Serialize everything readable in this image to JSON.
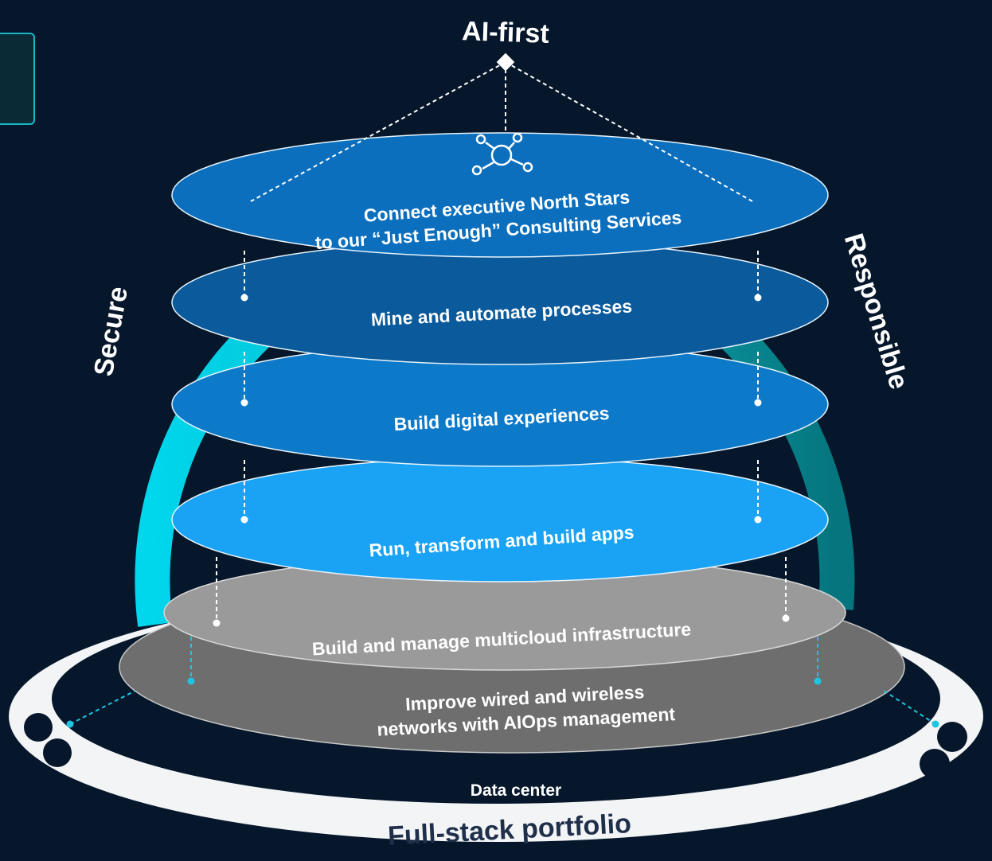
{
  "pillars": {
    "top": "AI-first",
    "left": "Secure",
    "right": "Responsible"
  },
  "layers": [
    {
      "id": "consulting",
      "line1": "Connect executive North Stars",
      "line2": "to our “Just Enough” Consulting Services",
      "icon": "network-hub-icon",
      "color": "#0b6fbe"
    },
    {
      "id": "automation",
      "line1": "Mine and automate processes",
      "color": "#0a5a9c"
    },
    {
      "id": "digital",
      "line1": "Build digital experiences",
      "color": "#0d79c9"
    },
    {
      "id": "apps",
      "line1": "Run, transform and build apps",
      "color": "#1aa3f5"
    },
    {
      "id": "infrastructure",
      "line1": "Build and manage multicloud infrastructure",
      "color": "#9a9a9a"
    },
    {
      "id": "networks",
      "line1": "Improve wired and wireless",
      "line2": "networks with AIOps management",
      "color": "#6e6e6e"
    }
  ],
  "base": {
    "data_center": "Data center",
    "portfolio": "Full-stack portfolio"
  },
  "colors": {
    "background": "#06172b",
    "ring_left": "#00d2e6",
    "ring_right": "#077a80",
    "connector_accent": "#1fc5e0"
  }
}
